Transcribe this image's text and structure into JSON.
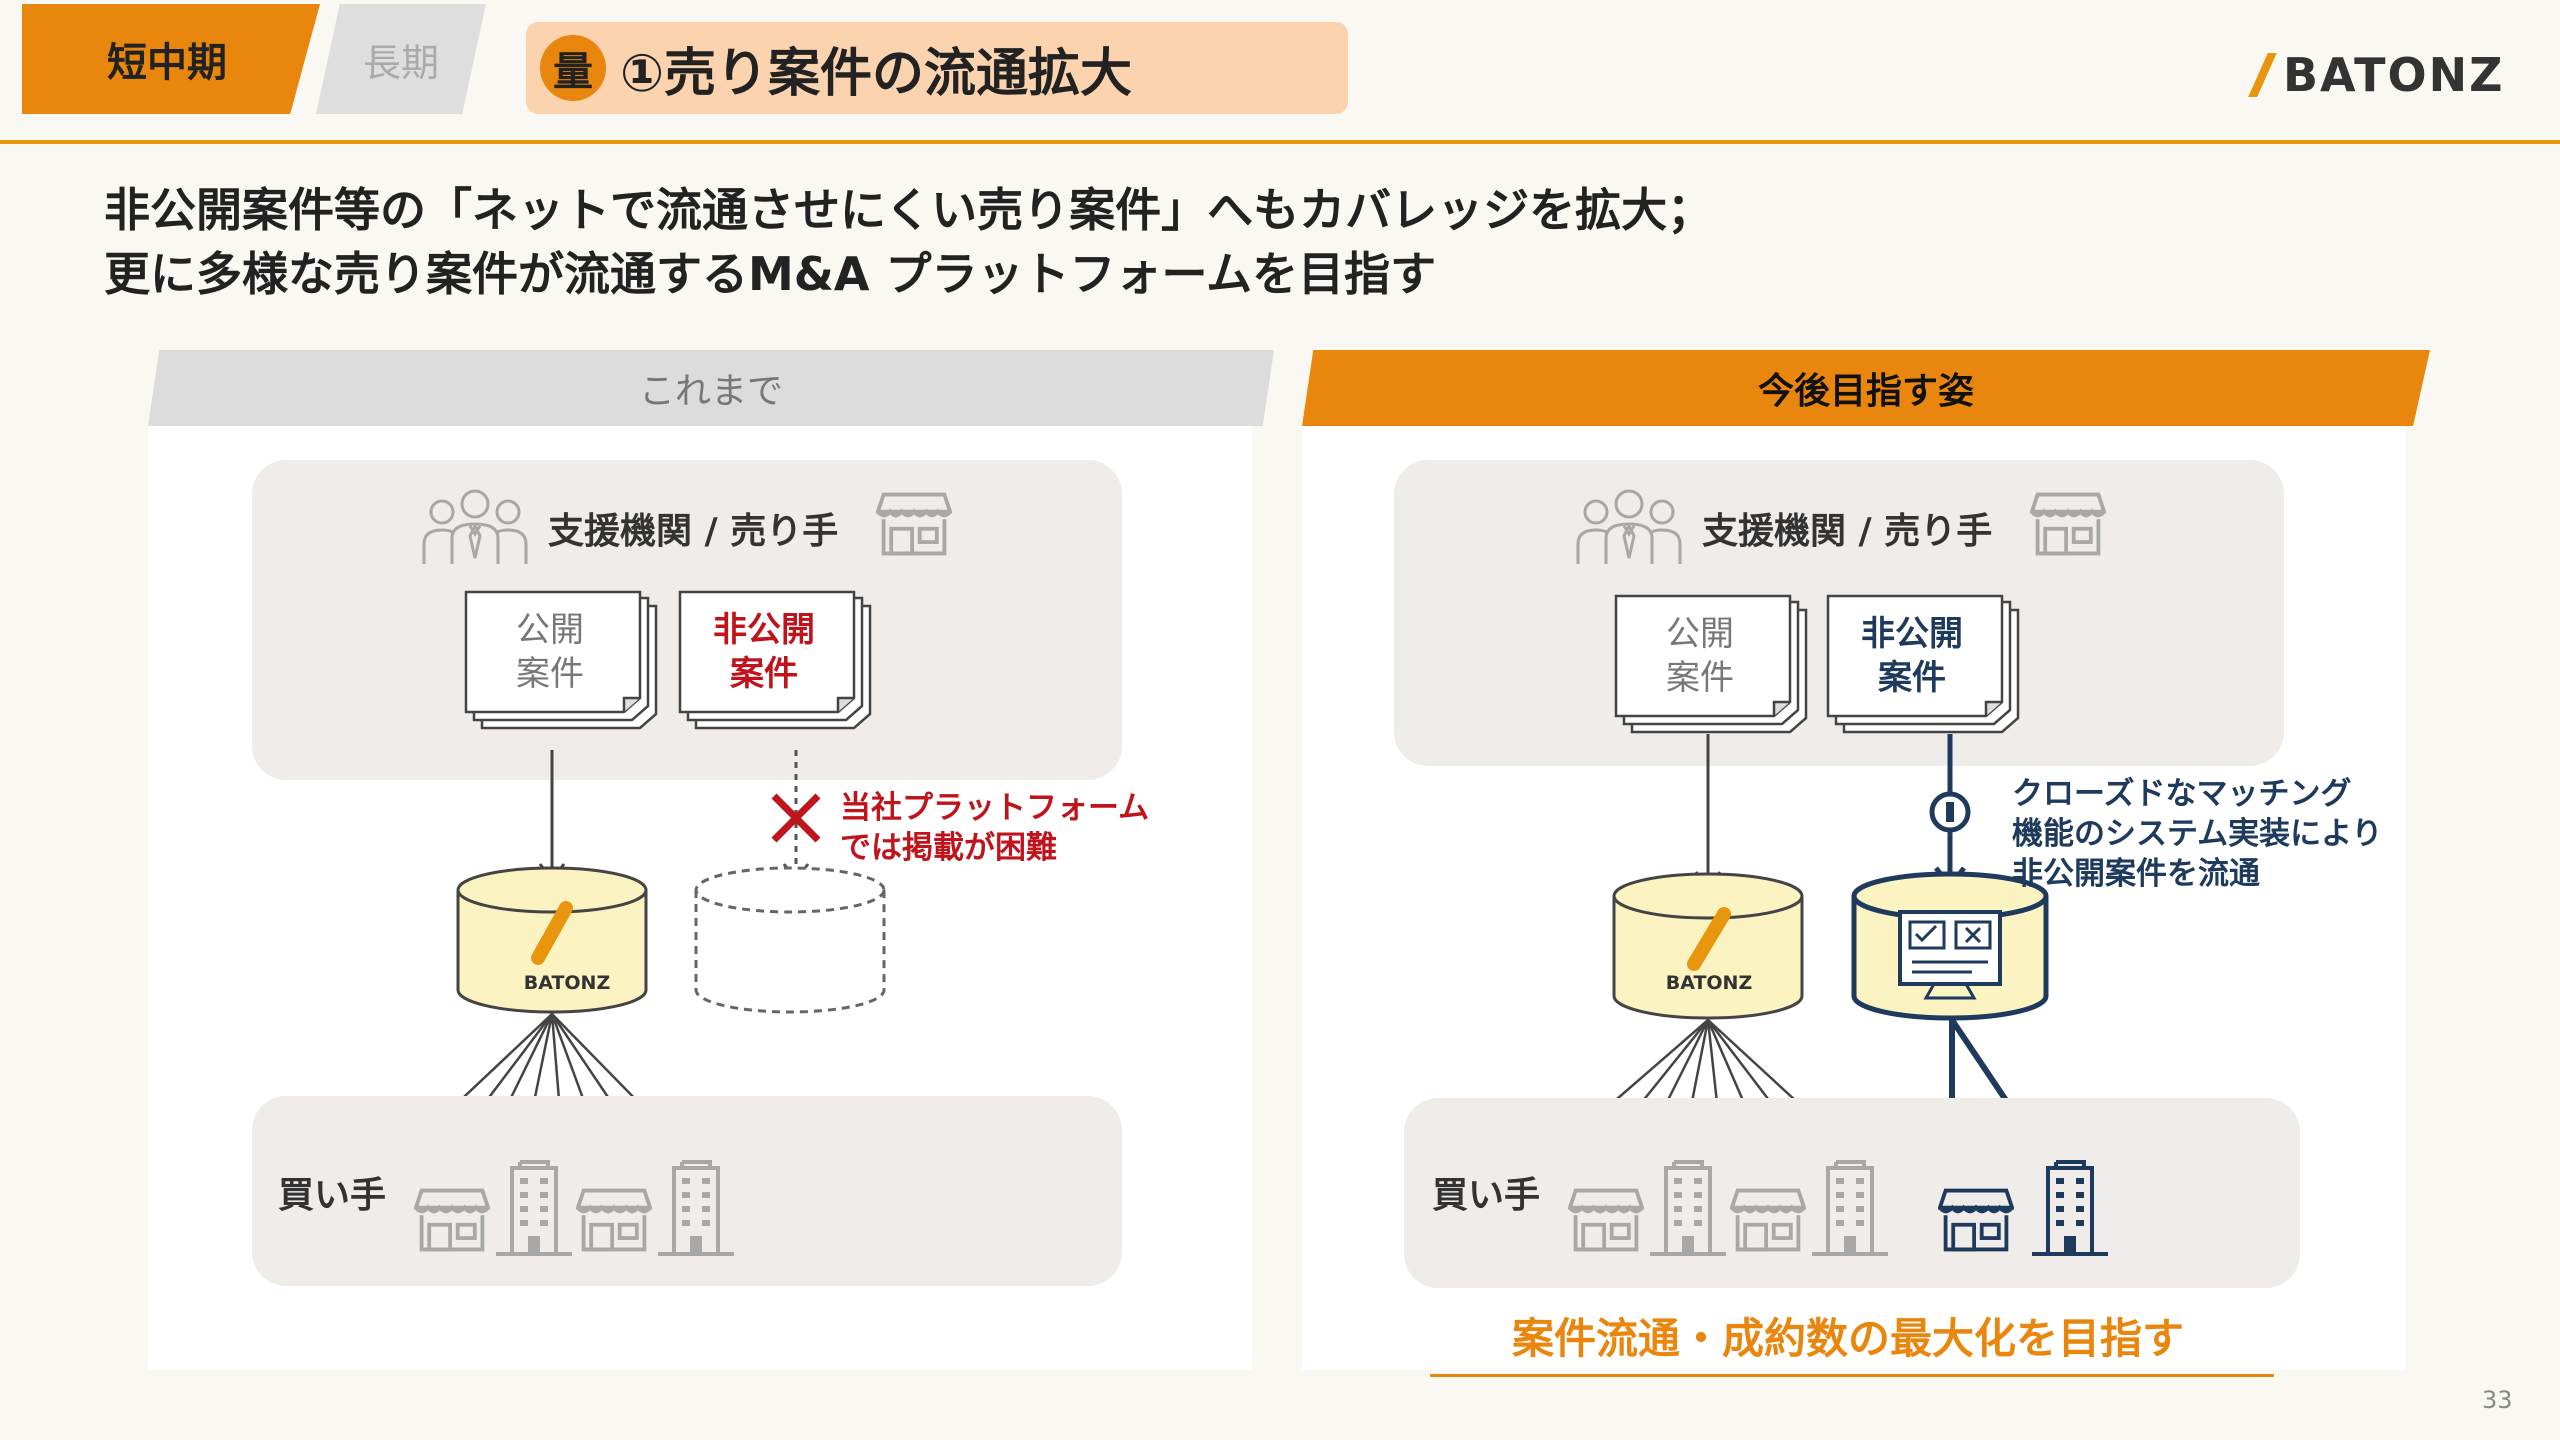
{
  "header": {
    "tab_active": "短中期",
    "tab_inactive": "長期",
    "badge": "量",
    "title": "①売り案件の流通拡大",
    "logo": "BATONZ"
  },
  "heading": {
    "line1": "非公開案件等の「ネットで流通させにくい売り案件」へもカバレッジを拡大；",
    "line2": "更に多様な売り案件が流通するM&A プラットフォームを目指す"
  },
  "left": {
    "header": "これまで",
    "supply_label": "支援機関 / 売り手",
    "doc_public_1": "公開",
    "doc_public_2": "案件",
    "doc_private_1": "非公開",
    "doc_private_2": "案件",
    "note_line1": "当社プラットフォーム",
    "note_line2": "では掲載が困難",
    "db_label": "BATONZ",
    "buyers_label": "買い手"
  },
  "right": {
    "header": "今後目指す姿",
    "supply_label": "支援機関 / 売り手",
    "doc_public_1": "公開",
    "doc_public_2": "案件",
    "doc_private_1": "非公開",
    "doc_private_2": "案件",
    "note_line1": "クローズドなマッチング",
    "note_line2": "機能のシステム実装により",
    "note_line3": "非公開案件を流通",
    "db_label": "BATONZ",
    "buyers_label": "買い手",
    "goal": "案件流通・成約数の最大化を目指す"
  },
  "page_number": "33",
  "colors": {
    "accent": "#e8860e",
    "red": "#c0141c",
    "navy": "#1e3a5c",
    "grey_icon": "#a8a8a8"
  }
}
